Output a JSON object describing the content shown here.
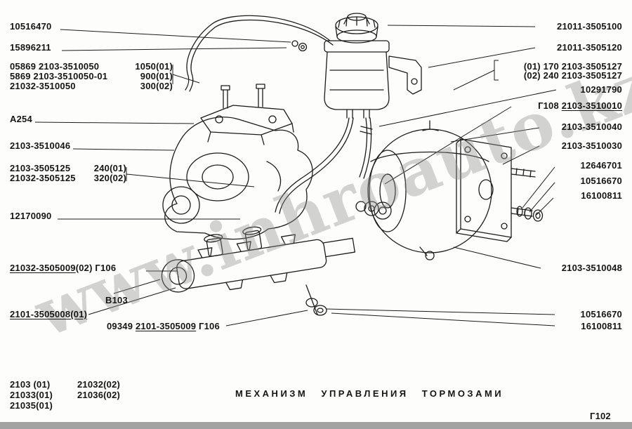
{
  "page": {
    "caption": "МЕХАНИЗМ УПРАВЛЕНИЯ ТОРМОЗАМИ",
    "figure_code": "Г102",
    "watermark": "www.inhroauto.kz",
    "models": [
      {
        "a": "2103 (01)",
        "b": "21032(02)"
      },
      {
        "a": "21033(01)",
        "b": "21036(02)"
      },
      {
        "a": "21035(01)",
        "b": ""
      }
    ]
  },
  "left_labels": {
    "l0": {
      "text": "10516470"
    },
    "l1": {
      "text": "15896211"
    },
    "hose_rows": [
      {
        "text": "05869 2103-3510050",
        "value": "1050(01)"
      },
      {
        "text": "5869 2103-3510050-01",
        "value": "900(01)"
      },
      {
        "text": "21032-3510050",
        "value": "300(02)"
      }
    ],
    "l5": {
      "text": "А254"
    },
    "l6": {
      "text": "2103-3510046"
    },
    "pipe_rows": [
      {
        "text": "2103-3505125",
        "value": "240(01)"
      },
      {
        "text": "21032-3505125",
        "value": "320(02)"
      }
    ],
    "l9": {
      "text": "12170090"
    },
    "l10": {
      "link": "21032-3505009",
      "post": "(02) Г106"
    },
    "l11": {
      "text": "В103"
    },
    "l12": {
      "link": "2101-3505008(01)"
    },
    "l13": {
      "pre": "09349 ",
      "link": "2101-3505009",
      "post": " Г106"
    }
  },
  "right_labels": {
    "r0": {
      "text": "21011-3505100"
    },
    "r1": {
      "text": "21011-3505120"
    },
    "bracket_rows": [
      {
        "text": "(01) 170 2103-3505127"
      },
      {
        "text": "(02) 240 2103-3505127"
      }
    ],
    "r4": {
      "text": "10291790"
    },
    "r5": {
      "pre": "Г108 ",
      "link": "2103-3510010"
    },
    "r6": {
      "text": "2103-3510040"
    },
    "r7": {
      "text": "2103-3510030"
    },
    "r8": {
      "text": "12646701"
    },
    "r9": {
      "text": "10516670"
    },
    "r10": {
      "text": "16100811"
    },
    "r11": {
      "text": "2103-3510048"
    },
    "r12": {
      "text": "10516670"
    },
    "r13": {
      "text": "16100811"
    }
  }
}
